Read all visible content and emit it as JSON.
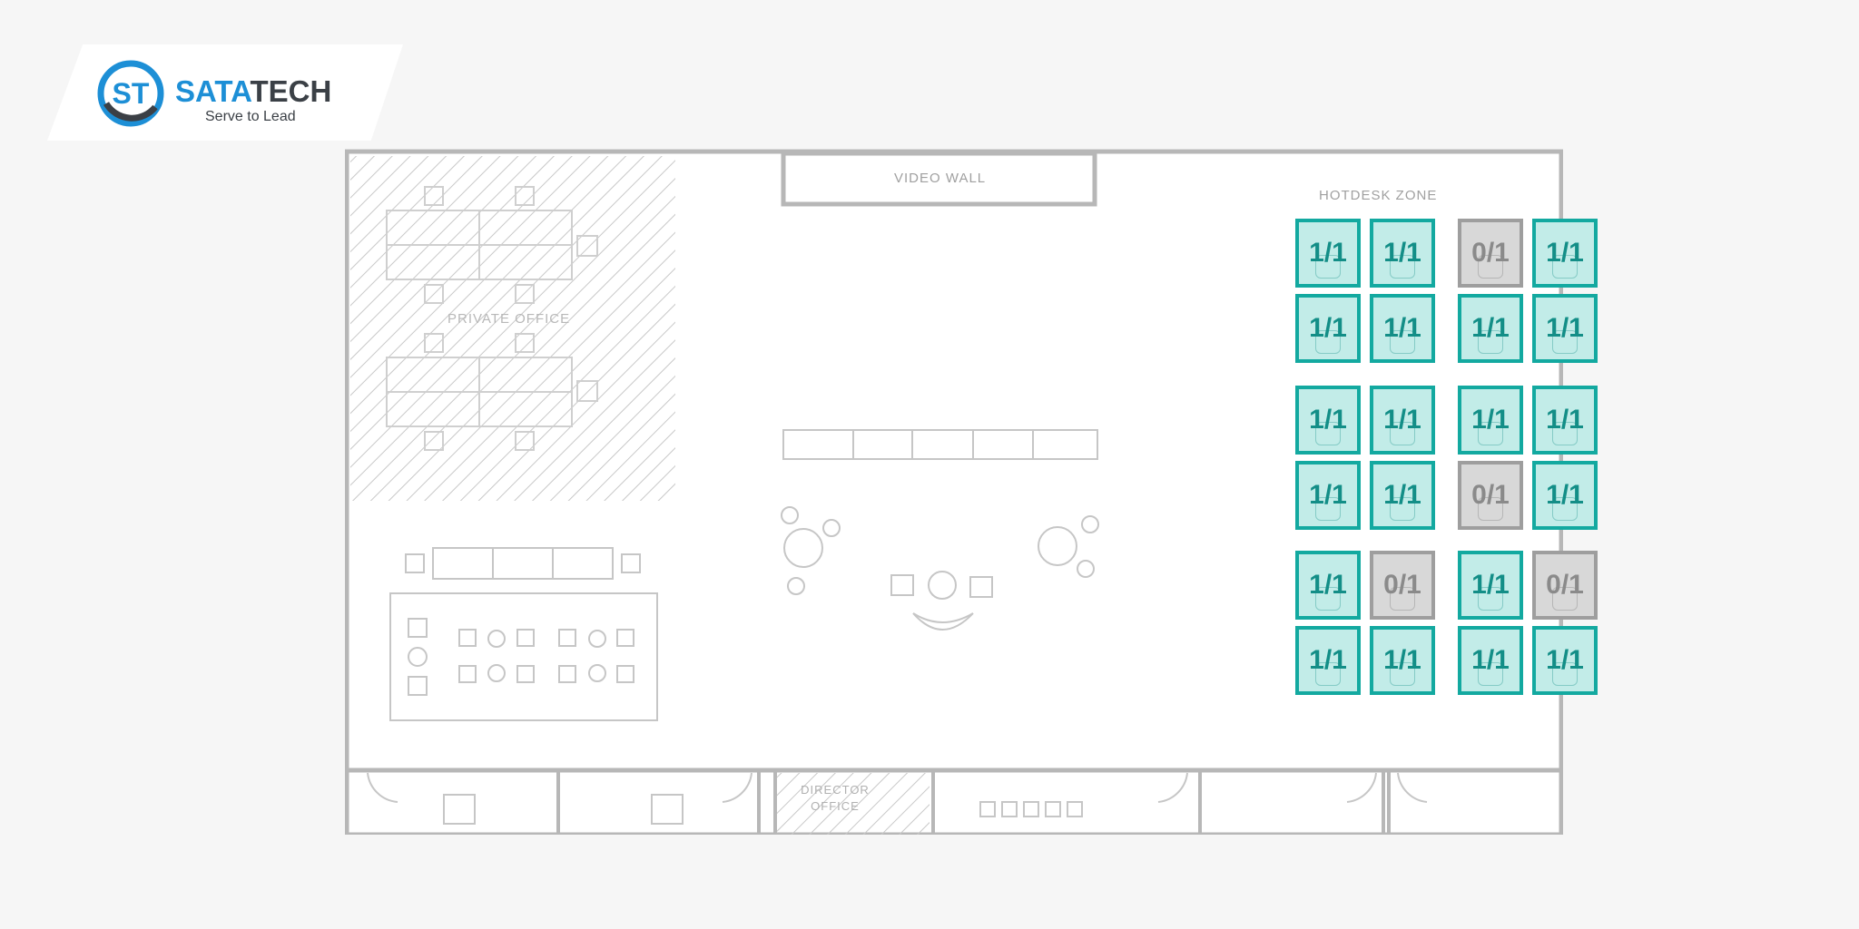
{
  "brand": {
    "name_part1": "SATA",
    "name_part2": "TECH",
    "tagline": "Serve to Lead",
    "monogram": "ST",
    "colors": {
      "blue": "#1d8fd6",
      "dark": "#3b4046"
    }
  },
  "floorplan": {
    "labels": {
      "video_wall": "VIDEO WALL",
      "hotdesk_zone": "HOTDESK ZONE",
      "private_office": "PRIVATE OFFICE",
      "director_office": "DIRECTOR OFFICE"
    },
    "seat_colors": {
      "available": "#13a9a0",
      "occupied": "#9e9e9e"
    },
    "seat_groups": [
      {
        "seats": [
          "1/1",
          "1/1",
          "1/1",
          "1/1"
        ]
      },
      {
        "seats": [
          "0/1",
          "1/1",
          "1/1",
          "1/1"
        ]
      },
      {
        "seats": [
          "1/1",
          "1/1",
          "1/1",
          "1/1"
        ]
      },
      {
        "seats": [
          "1/1",
          "1/1",
          "0/1",
          "1/1"
        ]
      },
      {
        "seats": [
          "1/1",
          "0/1",
          "1/1",
          "1/1"
        ]
      },
      {
        "seats": [
          "1/1",
          "0/1",
          "1/1",
          "1/1"
        ]
      }
    ]
  }
}
